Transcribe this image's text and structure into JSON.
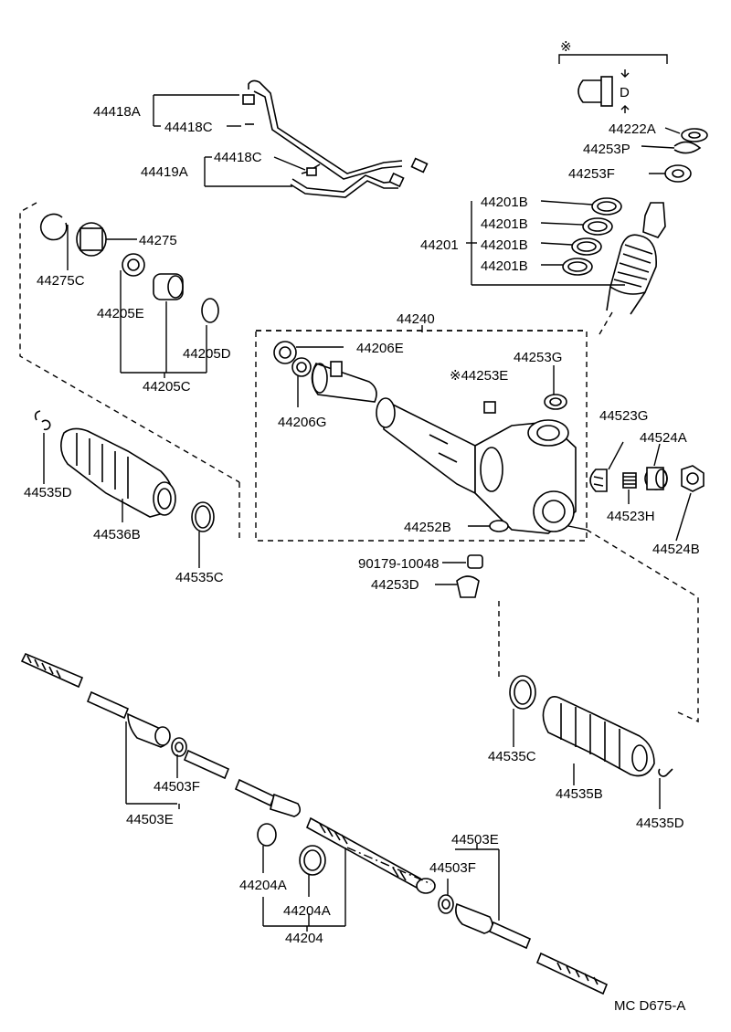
{
  "labels": {
    "l44418A": "44418A",
    "l44418C_1": "44418C",
    "l44419A": "44419A",
    "l44418C_2": "44418C",
    "lNote1": "※",
    "lD": "D",
    "l44222A": "44222A",
    "l44253P": "44253P",
    "l44253F": "44253F",
    "l44201": "44201",
    "l44201B_1": "44201B",
    "l44201B_2": "44201B",
    "l44201B_3": "44201B",
    "l44201B_4": "44201B",
    "l44275": "44275",
    "l44275C": "44275C",
    "l44205E": "44205E",
    "l44205D": "44205D",
    "l44205C": "44205C",
    "l44240": "44240",
    "l44206E": "44206E",
    "l44206G": "44206G",
    "l44253G_1": "44253G",
    "l44253E": "※44253E",
    "l44523G": "44523G",
    "l44524A": "44524A",
    "l44523H": "44523H",
    "l44524B": "44524B",
    "l44252B": "44252B",
    "l90179": "90179-10048",
    "l44253D": "44253D",
    "l44535D_1": "44535D",
    "l44536B": "44536B",
    "l44535C_1": "44535C",
    "l44535C_2": "44535C",
    "l44535B": "44535B",
    "l44535D_2": "44535D",
    "l44503F_1": "44503F",
    "l44503E_1": "44503E",
    "l44204A_1": "44204A",
    "l44204A_2": "44204A",
    "l44204": "44204",
    "l44503E_2": "44503E",
    "l44503F_2": "44503F",
    "lFooter": "MC  D675-A"
  }
}
